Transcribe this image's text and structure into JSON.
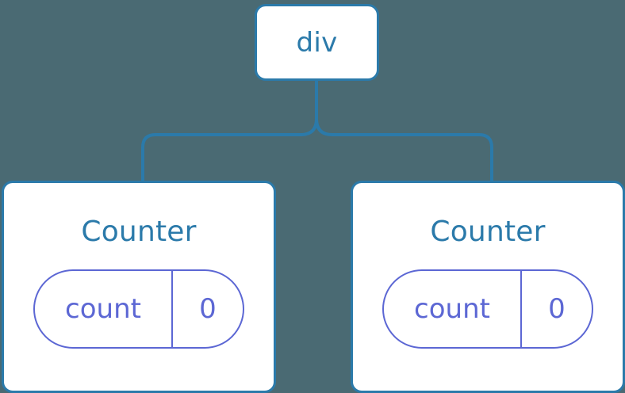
{
  "diagram": {
    "type": "component-tree",
    "background_color": "#4a6a73",
    "node_border_color": "#2b7aaa",
    "node_fill_color": "#ffffff",
    "node_label_color": "#2b7aaa",
    "state_accent_color": "#5c67d4",
    "connector_color": "#2b7aaa"
  },
  "root": {
    "label": "div"
  },
  "children": [
    {
      "label": "Counter",
      "state": {
        "key": "count",
        "value": "0"
      }
    },
    {
      "label": "Counter",
      "state": {
        "key": "count",
        "value": "0"
      }
    }
  ]
}
